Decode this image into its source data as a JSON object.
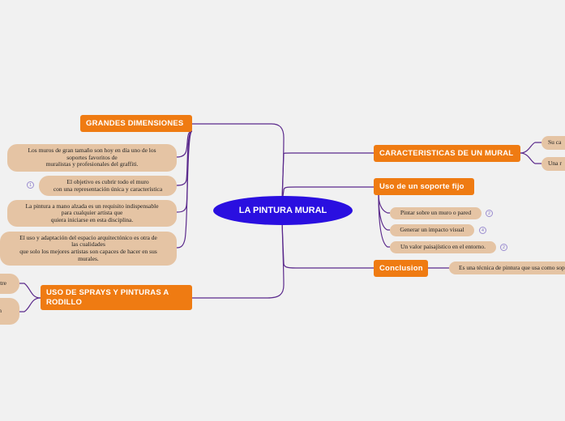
{
  "root": {
    "label": "LA PINTURA MURAL"
  },
  "branches": {
    "grandes": {
      "label": "GRANDES DIMENSIONES",
      "items": [
        "Los muros de gran tamaño son hoy en día uno de los\nsoportes favoritos de\nmuralistas y profesionales del graffiti.",
        "El objetivo es cubrir todo el muro\ncon una representación única y característica",
        "La pintura a mano alzada es un requisito indispensable\npara cualquier artista que\nquiera iniciarse en esta disciplina.",
        "El uso y adaptación del espacio arquitectónico es otra de\nlas cualidades\nque solo los mejores artistas son capaces de hacer en sus\nmurales."
      ],
      "badge": "1"
    },
    "sprays": {
      "label": "USO DE SPRAYS Y PINTURAS A RODILLO",
      "items": [
        "tre",
        "n"
      ]
    },
    "caracteristicas": {
      "label": "CARACTERISTICAS DE UN MURAL",
      "items": [
        "Su ca",
        "Una r"
      ]
    },
    "soporte": {
      "label": "Uso de un soporte fijo",
      "items": [
        {
          "text": "Pintar sobre un muro o pared",
          "badge": "2"
        },
        {
          "text": "Generar un impacto visual",
          "badge": "4"
        },
        {
          "text": "Un valor paisajístico en el entorno.",
          "badge": "2"
        }
      ]
    },
    "conclusion": {
      "label": "Conclusion",
      "items": [
        "Es una técnica de pintura que usa como sop"
      ]
    }
  },
  "colors": {
    "root": "#2a0fe0",
    "main": "#ef7b12",
    "sub": "#e5c4a4",
    "line": "#5b2a8c"
  }
}
